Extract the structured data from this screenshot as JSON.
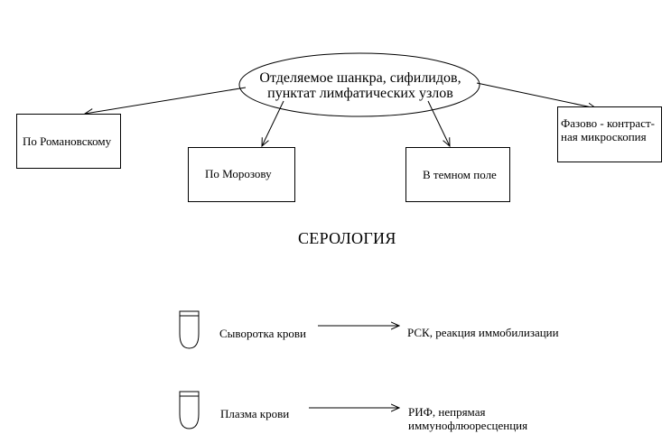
{
  "source_node": {
    "line1": "Отделяемое шанкра, сифилидов,",
    "line2": "пунктат лимфатических узлов"
  },
  "methods": [
    {
      "label": "По Романовскому"
    },
    {
      "label": "По Морозову"
    },
    {
      "label": "В темном поле"
    },
    {
      "line1": "Фазово - контраст-",
      "line2": "ная микроскопия"
    }
  ],
  "serology": {
    "heading": "СЕРОЛОГИЯ",
    "rows": [
      {
        "sample": "Сыворотка крови",
        "icon": "test-tube-icon",
        "result": "РСК, реакция иммобилизации"
      },
      {
        "sample": "Плазма крови",
        "icon": "test-tube-icon",
        "result_line1": "РИФ, непрямая",
        "result_line2": "иммунофлюоресценция"
      }
    ]
  },
  "colors": {
    "stroke": "#000000",
    "background": "#ffffff"
  }
}
